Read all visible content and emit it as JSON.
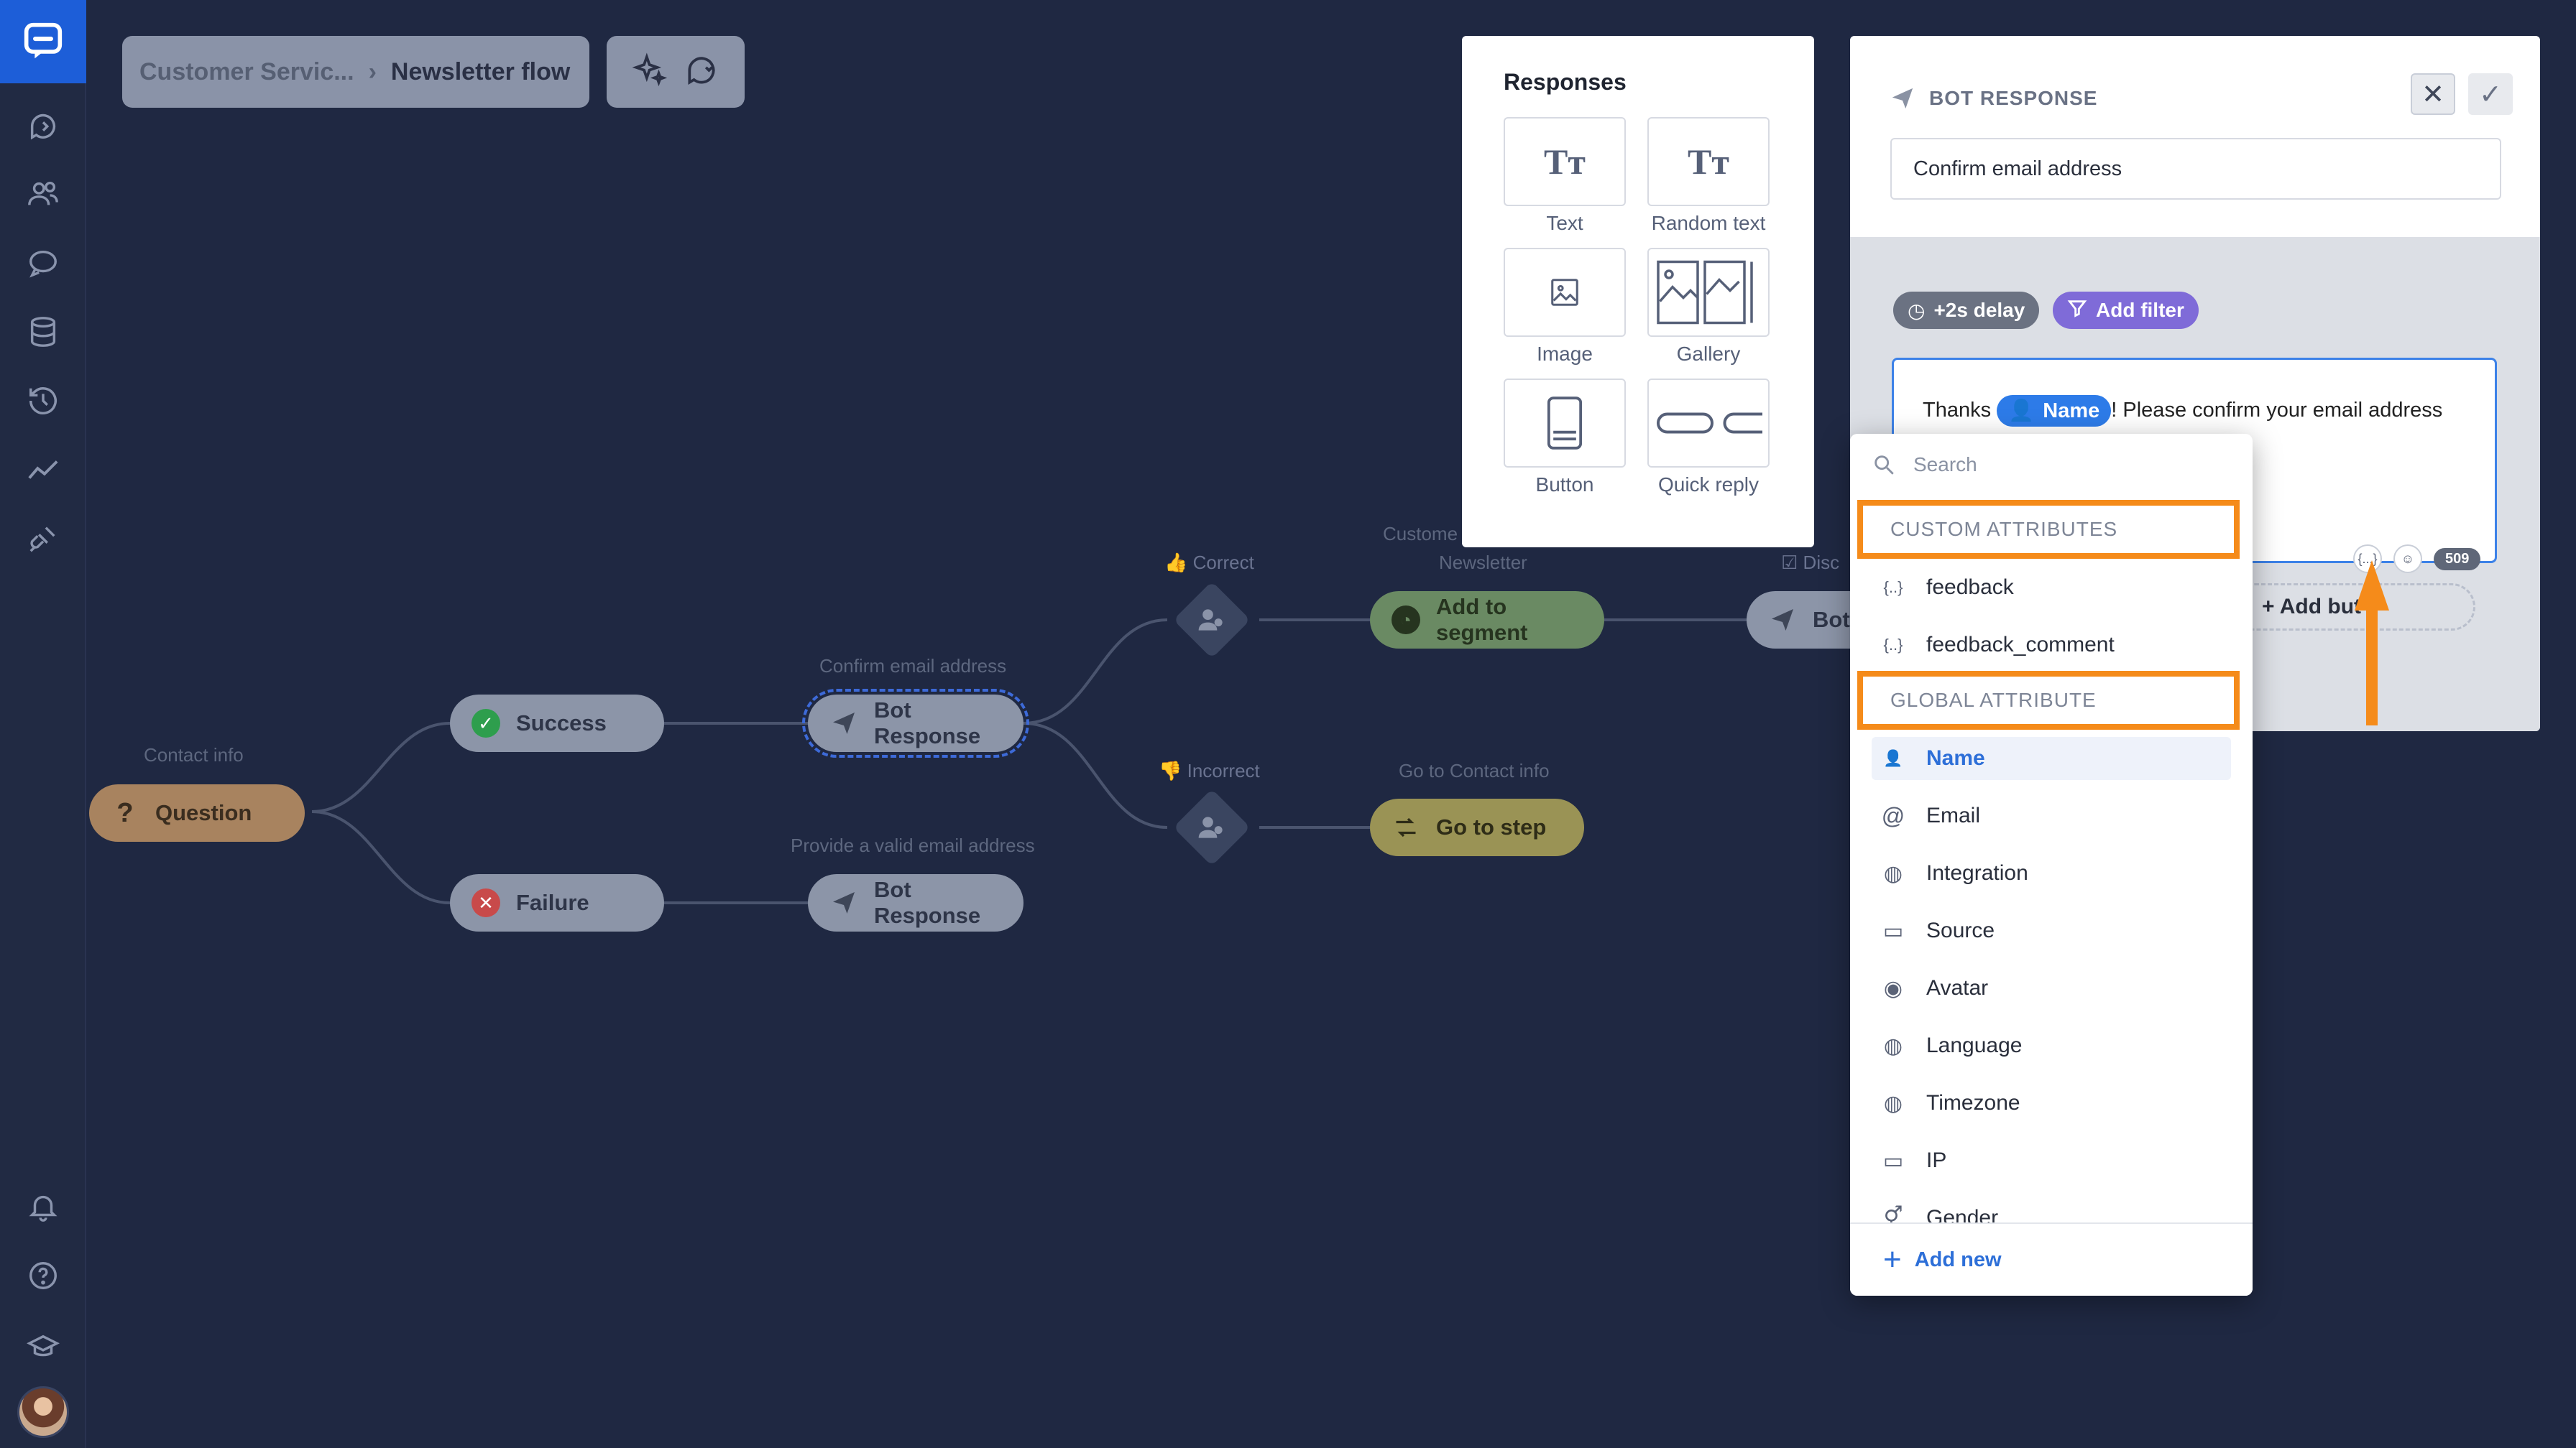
{
  "breadcrumb": {
    "parent": "Customer Servic...",
    "separator": "›",
    "current": "Newsletter flow"
  },
  "toolbar": {
    "icons": [
      "sparkle-icon",
      "chat-refresh-icon"
    ]
  },
  "sidebar": {
    "icons": [
      "chats-icon",
      "contacts-icon",
      "inbox-icon",
      "data-icon",
      "history-icon",
      "analytics-icon",
      "integrations-icon",
      "bell-icon",
      "help-icon",
      "academy-icon"
    ]
  },
  "flow": {
    "question": {
      "caption": "Contact info",
      "label": "Question"
    },
    "success": {
      "label": "Success"
    },
    "failure": {
      "label": "Failure"
    },
    "bot_response_1": {
      "caption": "Confirm email address",
      "label": "Bot Response"
    },
    "bot_response_2": {
      "caption": "Provide a valid email address",
      "label": "Bot Response"
    },
    "correct": {
      "caption": "Correct",
      "emoji": "👍"
    },
    "incorrect": {
      "caption": "Incorrect",
      "emoji": "👎"
    },
    "segment": {
      "caption_1": "Custome",
      "caption_2": "Newsletter",
      "label": "Add to segment"
    },
    "goto": {
      "caption": "Go to Contact info",
      "label": "Go to step"
    },
    "bot_partial": {
      "caption": "Disc",
      "label": "Bot"
    }
  },
  "responses": {
    "title": "Responses",
    "items": [
      {
        "label": "Text",
        "icon": "text-icon"
      },
      {
        "label": "Random text",
        "icon": "random-text-icon"
      },
      {
        "label": "Image",
        "icon": "image-icon"
      },
      {
        "label": "Gallery",
        "icon": "gallery-icon"
      },
      {
        "label": "Button",
        "icon": "button-icon"
      },
      {
        "label": "Quick reply",
        "icon": "quick-reply-icon"
      }
    ]
  },
  "bot_panel": {
    "title": "BOT RESPONSE",
    "name_value": "Confirm email address",
    "delay": "+2s delay",
    "filter": "Add filter",
    "message_before": "Thanks ",
    "message_attribute": "Name",
    "message_after": "! Please confirm your email address",
    "attr_glyph": "{...}",
    "counter": "509",
    "add_button": "+ Add but"
  },
  "dropdown": {
    "search_placeholder": "Search",
    "custom_header": "CUSTOM ATTRIBUTES",
    "custom_items": [
      "feedback",
      "feedback_comment"
    ],
    "global_header": "GLOBAL ATTRIBUTE",
    "global_items": [
      "Name",
      "Email",
      "Integration",
      "Source",
      "Avatar",
      "Language",
      "Timezone",
      "IP",
      "Gender"
    ],
    "add_new": "Add new"
  },
  "colors": {
    "accent": "#2d7be8",
    "highlight": "#f58b1a",
    "canvas": "#1f2842"
  }
}
